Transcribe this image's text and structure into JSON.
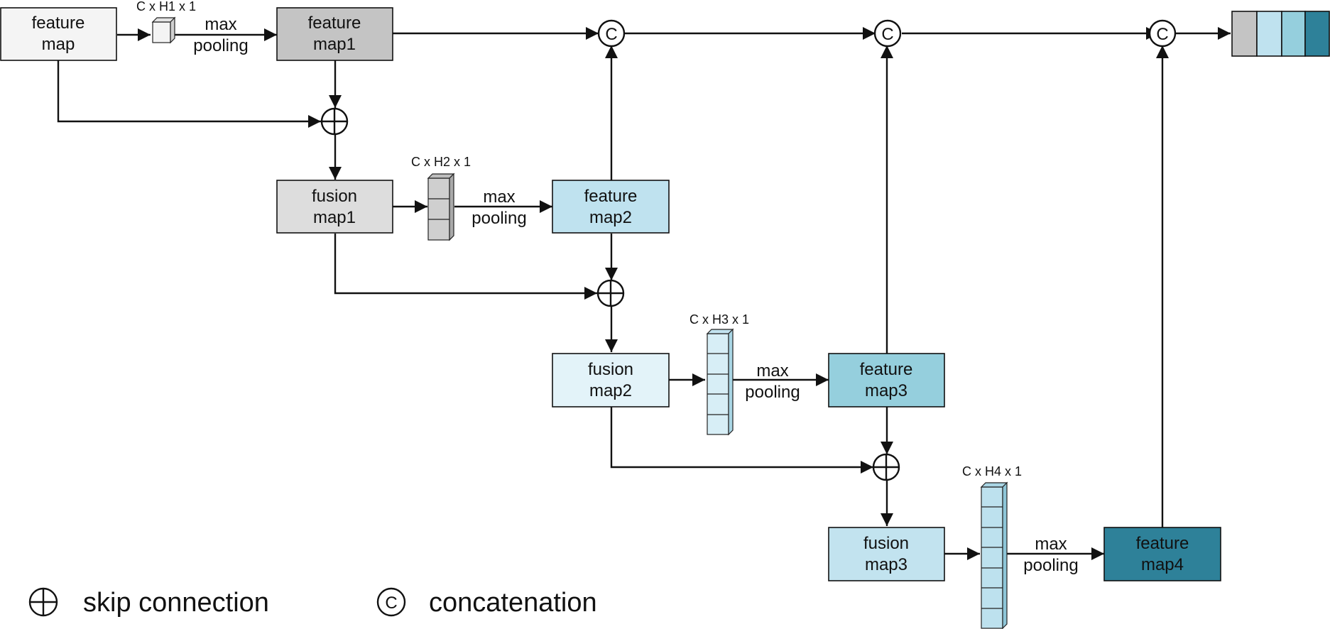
{
  "colors": {
    "feature_map": "#f4f4f4",
    "feature_map1": "#c4c4c4",
    "fusion_map1": "#dddddd",
    "feature_map2": "#bfe2ef",
    "fusion_map2": "#e3f3f9",
    "feature_map3": "#95cfdd",
    "fusion_map3": "#c2e3ef",
    "feature_map4": "#2e8199",
    "stack_gray": "#cfcfcf",
    "stack_light_blue": "#d7eef6",
    "stack_mid_blue": "#bde1ee"
  },
  "nodes": {
    "feature_map": {
      "line1": "feature",
      "line2": "map"
    },
    "feature_map1": {
      "line1": "feature",
      "line2": "map1"
    },
    "fusion_map1": {
      "line1": "fusion",
      "line2": "map1"
    },
    "feature_map2": {
      "line1": "feature",
      "line2": "map2"
    },
    "fusion_map2": {
      "line1": "fusion",
      "line2": "map2"
    },
    "feature_map3": {
      "line1": "feature",
      "line2": "map3"
    },
    "fusion_map3": {
      "line1": "fusion",
      "line2": "map3"
    },
    "feature_map4": {
      "line1": "feature",
      "line2": "map4"
    }
  },
  "pooling_label": {
    "line1": "max",
    "line2": "pooling"
  },
  "dimensions": {
    "h1": "C x H1 x 1",
    "h2": "C x H2 x 1",
    "h3": "C x H3 x 1",
    "h4": "C x H4 x 1"
  },
  "operators": {
    "concat_symbol": "C"
  },
  "legend": {
    "skip": "skip connection",
    "concat": "concatenation"
  }
}
